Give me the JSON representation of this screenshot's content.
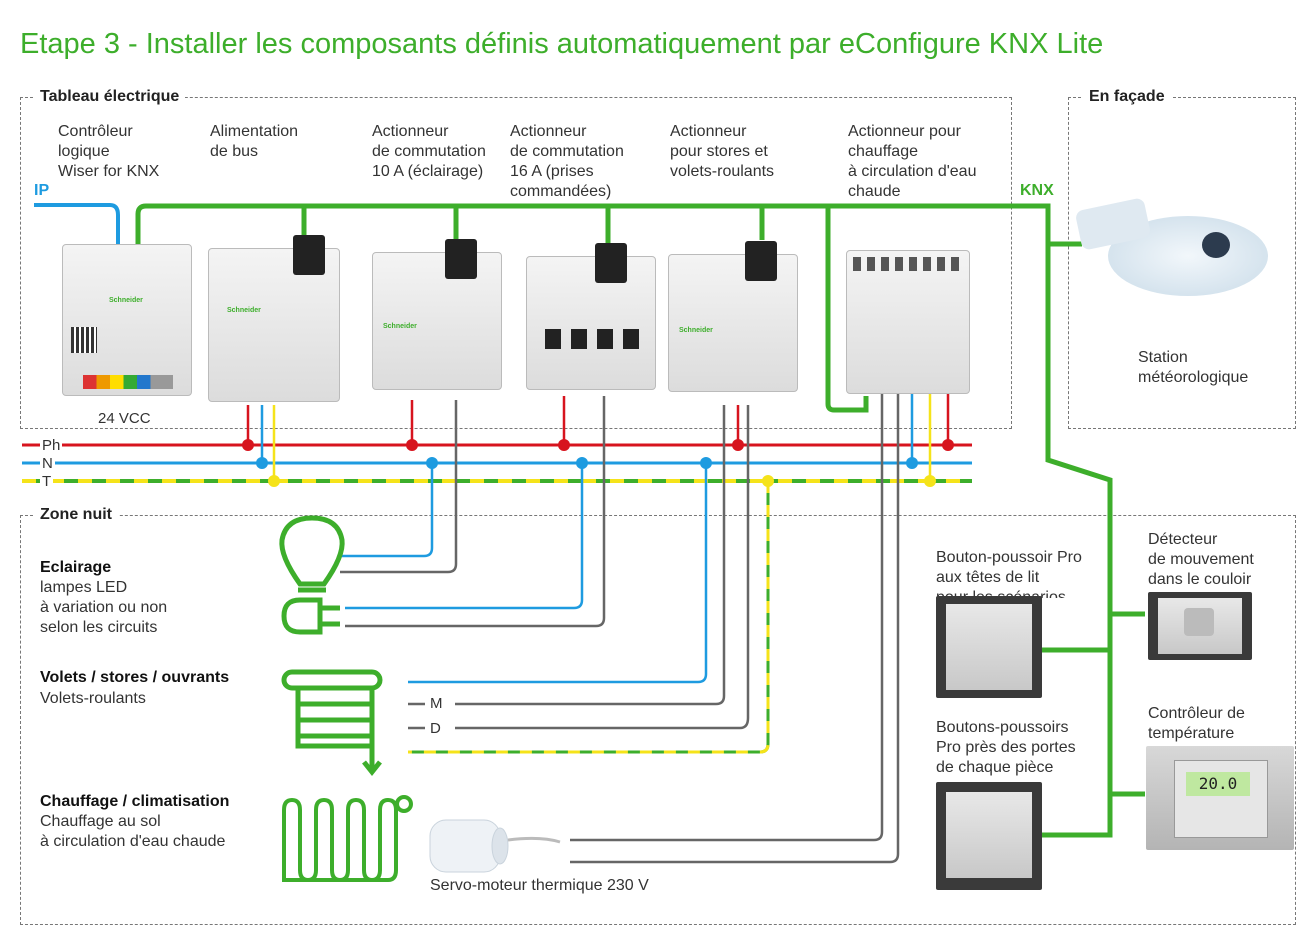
{
  "title": "Etape 3 - Installer les composants définis automatiquement par eConfigure KNX Lite",
  "sections": {
    "tableau": "Tableau électrique",
    "facade": "En façade",
    "zone": "Zone nuit"
  },
  "devices": [
    {
      "label": "Contrôleur\nlogique\nWiser for KNX"
    },
    {
      "label": "Alimentation\nde bus"
    },
    {
      "label": "Actionneur\nde commutation\n10 A (éclairage)"
    },
    {
      "label": "Actionneur\nde commutation\n16 A (prises\ncommandées)"
    },
    {
      "label": "Actionneur\npour stores et\nvolets-roulants"
    },
    {
      "label": "Actionneur pour\nchauffage\nà circulation d'eau\nchaude"
    }
  ],
  "bus_labels": {
    "ip": "IP",
    "knx": "KNX",
    "vcc": "24 VCC",
    "ph": "Ph",
    "n": "N",
    "t": "T",
    "m": "M",
    "d": "D"
  },
  "facade_device": {
    "label": "Station\nmétéorologique"
  },
  "zone_items": [
    {
      "title": "Eclairage",
      "desc": "lampes LED\nà variation ou non\nselon les circuits"
    },
    {
      "title": "Volets / stores / ouvrants",
      "desc": "Volets-roulants"
    },
    {
      "title": "Chauffage / climatisation",
      "desc": "Chauffage au sol\nà circulation d'eau chaude"
    }
  ],
  "servo_label": "Servo-moteur thermique 230 V",
  "room_devices": [
    {
      "label": "Bouton-poussoir Pro\naux têtes de lit\npour les scénarios"
    },
    {
      "label": "Boutons-poussoirs\nPro près des portes\nde chaque pièce"
    },
    {
      "label": "Détecteur\nde mouvement\ndans le couloir"
    },
    {
      "label": "Contrôleur de\ntempérature"
    }
  ],
  "thermostat_display": "20.0",
  "brand": "Schneider",
  "colors": {
    "knx": "#3dae2b",
    "ip": "#1e9be0",
    "phase": "#d7141e",
    "neutral": "#1e9be0",
    "earth_a": "#3dae2b",
    "earth_b": "#f5e31a",
    "grey_wire": "#666666"
  }
}
